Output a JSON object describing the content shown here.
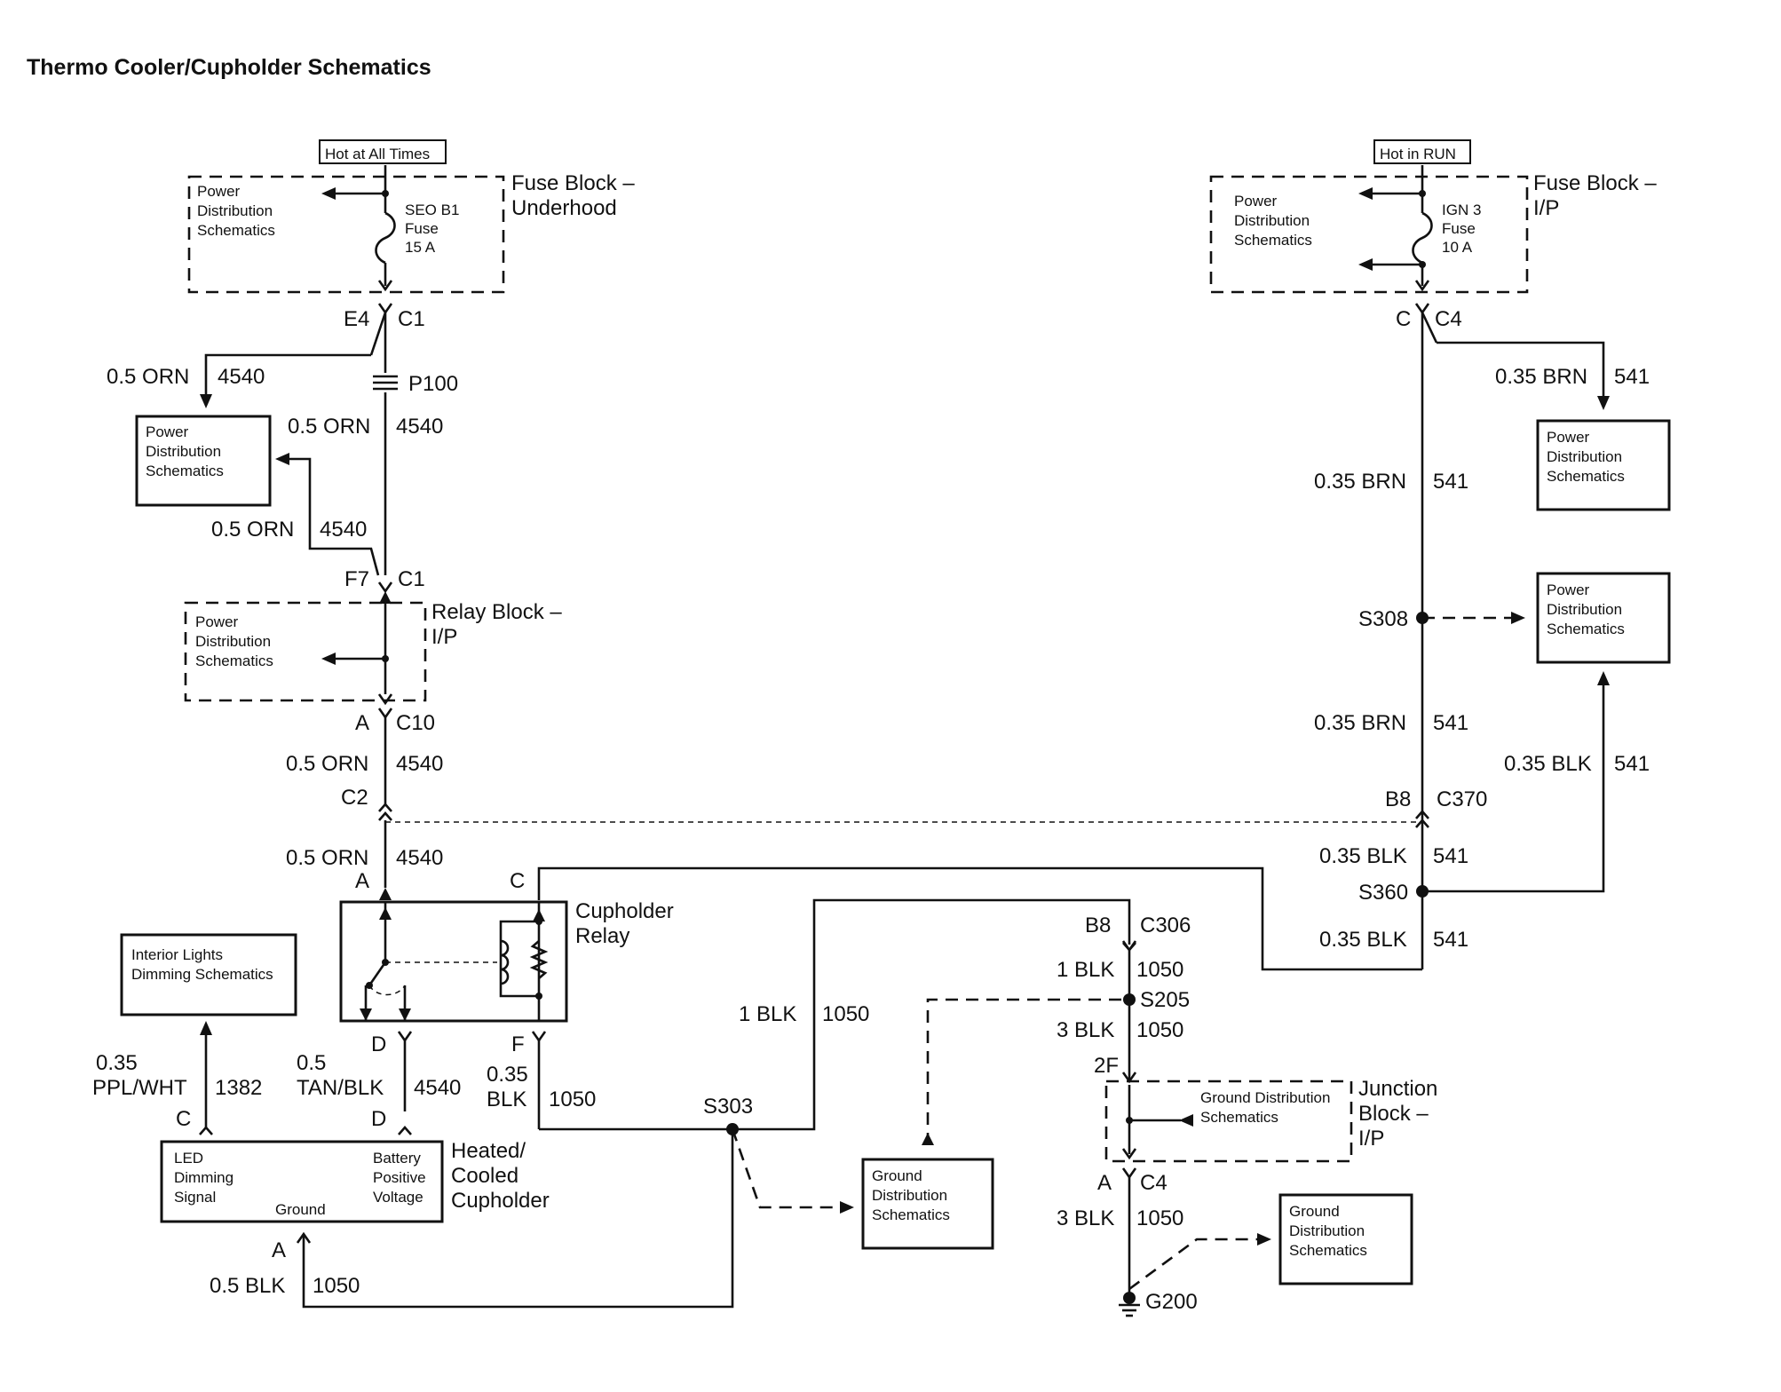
{
  "title": "Thermo Cooler/Cupholder Schematics",
  "tags": {
    "hot_all": "Hot at All Times",
    "hot_run": "Hot in RUN"
  },
  "components": {
    "fuse_underhood": "Fuse Block –\nUnderhood",
    "fuse_ip": "Fuse Block –\nI/P",
    "relay_block": "Relay Block –\nI/P",
    "cupholder_relay": "Cupholder\nRelay",
    "cupholder": "Heated/\nCooled\nCupholder",
    "junction_block": "Junction\nBlock –\nI/P"
  },
  "fuses": {
    "seo_b1": "SEO B1\nFuse\n15 A",
    "ign3": "IGN 3\nFuse\n10 A"
  },
  "refs": {
    "power_dist": "Power\nDistribution\nSchematics",
    "ground_dist": "Ground\nDistribution\nSchematics",
    "ground_dist_jb": "Ground Distribution\nSchematics",
    "interior_lights": "Interior Lights\nDimming Schematics"
  },
  "cupholder_pins": {
    "led": "LED\nDimming\nSignal",
    "battery": "Battery\nPositive\nVoltage",
    "ground": "Ground"
  },
  "connectors": {
    "e4": "E4",
    "c1": "C1",
    "p100": "P100",
    "f7": "F7",
    "a": "A",
    "c10": "C10",
    "c2": "C2",
    "c": "C",
    "c4": "C4",
    "b8": "B8",
    "c370": "C370",
    "c306": "C306",
    "d": "D",
    "f": "F",
    "2f": "2F"
  },
  "splices": {
    "s308": "S308",
    "s360": "S360",
    "s205": "S205",
    "s303": "S303",
    "g200": "G200"
  },
  "wires": {
    "orn05": "0.5 ORN",
    "c4540": "4540",
    "brn035": "0.35 BRN",
    "c541": "541",
    "blk035": "0.35 BLK",
    "blk1": "1 BLK",
    "c1050": "1050",
    "blk3": "3 BLK",
    "blk05": "0.5 BLK",
    "n035": "0.35",
    "blk": "BLK",
    "pplwht": "PPL/WHT",
    "c1382": "1382",
    "n05": "0.5",
    "tanblk": "TAN/BLK"
  }
}
